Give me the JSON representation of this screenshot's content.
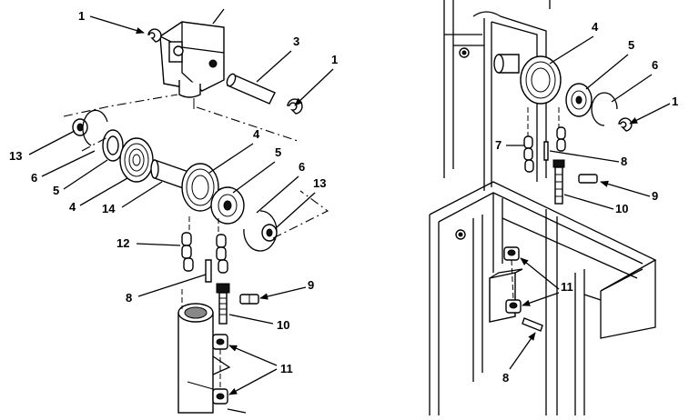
{
  "diagram": {
    "callouts": {
      "left": {
        "c1a": "1",
        "c3": "3",
        "c1b": "1",
        "c13a": "13",
        "c6a": "6",
        "c5a": "5",
        "c4a": "4",
        "c14": "14",
        "c4b": "4",
        "c5b": "5",
        "c6b": "6",
        "c13b": "13",
        "c12": "12",
        "c8": "8",
        "c9": "9",
        "c10": "10",
        "c11": "11"
      },
      "right": {
        "c4": "4",
        "c5": "5",
        "c6": "6",
        "c1": "1",
        "c7": "7",
        "c8a": "8",
        "c9": "9",
        "c10": "10",
        "c11": "11",
        "c8b": "8"
      }
    }
  }
}
